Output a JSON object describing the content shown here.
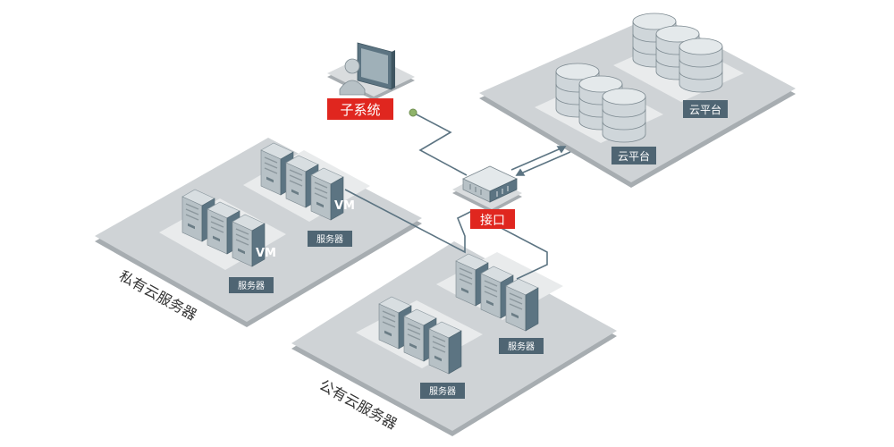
{
  "labels": {
    "subsystem": "子系统",
    "interface": "接口",
    "cloud_platform_front": "云平台",
    "cloud_platform_back": "云平台",
    "private_cloud": "私有云服务器",
    "public_cloud": "公有云服务器",
    "vm_private_back": "VM",
    "vm_private_front": "VM",
    "server_private_back": "服务器",
    "server_private_front": "服务器",
    "server_public_back": "服务器",
    "server_public_front": "服务器"
  },
  "colors": {
    "tag_red": "#e0261f",
    "tag_dark": "#4f6573",
    "platform": "#cfd3d6",
    "platform_edge": "#a7adb1",
    "inner_plate": "#e9ebec",
    "server_body": "#b7c1c6",
    "server_dark": "#5c7482",
    "db_body": "#cfd6da",
    "line": "#5c7482",
    "node_dot": "#8fb36a"
  },
  "icons": [
    "monitor-user-icon",
    "router-icon",
    "database-icon",
    "server-tower-icon"
  ]
}
